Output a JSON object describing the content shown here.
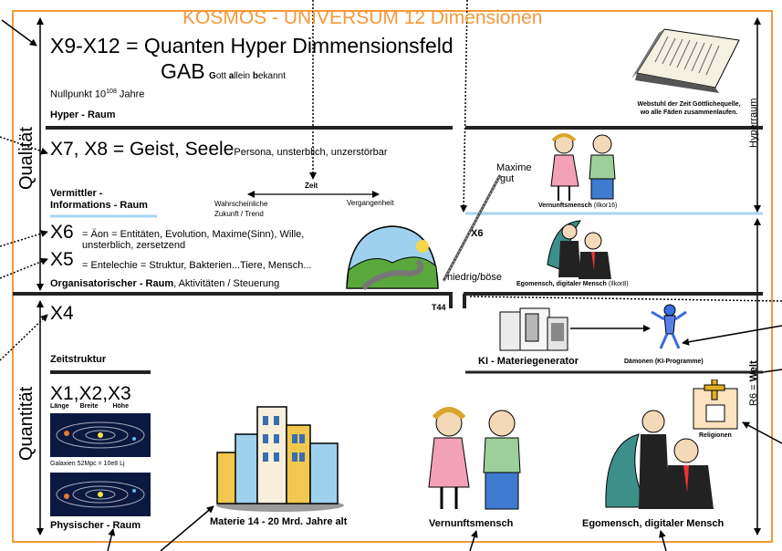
{
  "title": "KOSMOS - UNIVERSUM 12 Dimensionen",
  "axis_left_top": "Qualität",
  "axis_left_bottom": "Quantität",
  "axis_right_top": "Hyperraum",
  "axis_right_bottom_a": "R6 = ",
  "axis_right_bottom_b": "Welt",
  "x9": "X9-X12 = Quanten Hyper Dimmensionsfeld",
  "gab": {
    "main": "GAB",
    "g": "G",
    "g_rest": "ott ",
    "a": "a",
    "a_rest": "llein ",
    "b": "b",
    "b_rest": "ekannt"
  },
  "nullpunkt": {
    "text": "Nullpunkt 10",
    "exp": "108",
    "rest": " Jahre"
  },
  "hyper_raum": "Hyper - Raum",
  "x78": {
    "main": "X7, X8 = Geist, Seele",
    "small": "Persona, unsterblich, unzerstörbar"
  },
  "vermittler": {
    "line1": "Vermittler -",
    "line2": "Informations - Raum"
  },
  "zeit": {
    "label": "Zeit",
    "left1": "Wahrscheinliche",
    "left2": "Zukunft  /  Trend",
    "right": "Vergangenheit"
  },
  "x6": {
    "main": "X6",
    "text1": "= Äon = Entitäten, Evolution, Maxime(Sinn), Wille,",
    "text2": "unsterblich, zersetzend"
  },
  "x5": {
    "main": "X5",
    "text": "= Entelechie = Struktur, Bakterien...Tiere, Mensch..."
  },
  "organisatorisch": {
    "bold": "Organisatorischer - Raum",
    "rest": ", Aktivitäten / Steuerung"
  },
  "scale": {
    "top1": "Maxime",
    "top2": "gut",
    "mid": "X6",
    "bottom": "niedrig/böse"
  },
  "t44": "T44",
  "x4": "X4",
  "zeitstruktur": "Zeitstruktur",
  "x123": {
    "main": "X1,X2,X3",
    "l1": "Länge",
    "l2": "Breite",
    "l3": "Höhe"
  },
  "galaxien": "Galaxien 52Mpc = 10e8 Lj",
  "physischer": "Physischer - Raum",
  "materie": "Materie 14 - 20 Mrd. Jahre alt",
  "vernunft_bottom": "Vernunftsmensch",
  "ego_bottom": "Egomensch, digitaler Mensch",
  "book_caption1": "Webstuhl der Zeit Göttlichequelle,",
  "book_caption2": "wo alle Fäden zusammenlaufen.",
  "vernunft_top": {
    "main": "Vernunftsmensch",
    "small": " (Ilkor16)"
  },
  "ego_top": {
    "main": "Egomensch, digitaler Mensch",
    "small": " (Ilkor8)"
  },
  "ki": "KI - Materiegenerator",
  "daemonen": "Dämonen (KI-Programme)",
  "religionen": "Religionen",
  "colors": {
    "orange": "#f39a3c",
    "blue": "#a8d4f0"
  }
}
